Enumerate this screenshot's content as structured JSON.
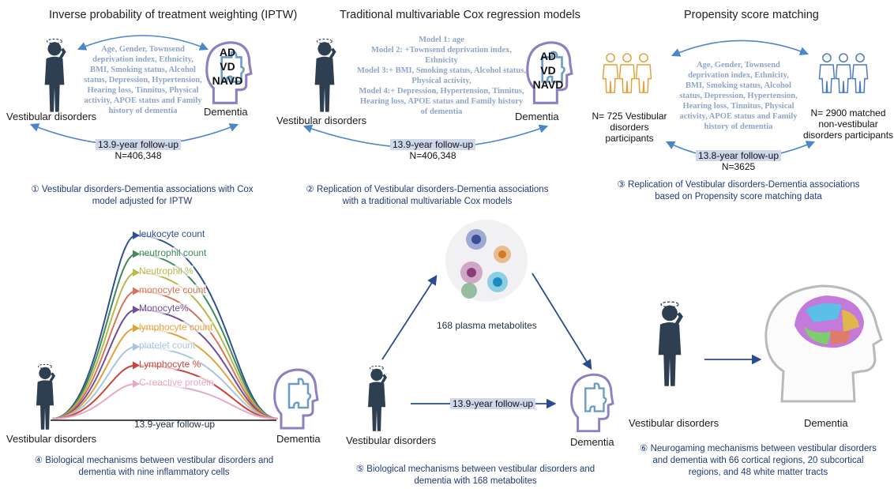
{
  "panel1": {
    "title": "Inverse probability of treatment weighting (IPTW)",
    "covariates": "Age, Gender, Townsend deprivation index, Ethnicity, BMI, Smoking status, Alcohol status, Depression, Hypertension, Hearing loss, Tinnitus, Physical activity, APOE status and Family history of dementia",
    "exposure": "Vestibular disorders",
    "outcome": "Dementia",
    "badges": [
      "AD",
      "VD",
      "NAVD"
    ],
    "followup": "13.9-year follow-up",
    "n": "N=406,348",
    "num": "①",
    "caption": "Vestibular disorders-Dementia associations with Cox model adjusted for IPTW"
  },
  "panel2": {
    "title": "Traditional multivariable Cox regression models",
    "models": [
      "Model 1: age",
      "Model 2: +Townsend deprivation index, Ethnicity",
      "Model 3:+ BMI, Smoking status, Alcohol status, Physical activity,",
      "Model 4:+ Depression, Hypertension, Tinnitus, Hearing loss, APOE status and Family history of dementia"
    ],
    "exposure": "Vestibular disorders",
    "outcome": "Dementia",
    "badges": [
      "AD",
      "VD",
      "NAVD"
    ],
    "followup": "13.9-year follow-up",
    "n": "N=406,348",
    "num": "②",
    "caption": "Replication of Vestibular disorders-Dementia associations with a traditional multivariable Cox models"
  },
  "panel3": {
    "title": "Propensity score matching",
    "covariates": "Age, Gender, Townsend deprivation index, Ethnicity, BMI, Smoking status, Alcohol status, Depression, Hypertension, Hearing loss, Tinnitus, Physical activity, APOE status and Family history of dementia",
    "left_group": "N= 725 Vestibular disorders participants",
    "right_group": "N= 2900 matched non-vestibular disorders participants",
    "followup": "13.8-year follow-up",
    "n": "N=3625",
    "num": "③",
    "caption": "Replication of Vestibular disorders-Dementia associations based on Propensity score matching data"
  },
  "panel4": {
    "cells": [
      {
        "label": "leukocyte count",
        "color": "#2f4f8f"
      },
      {
        "label": "neutrophil count",
        "color": "#3f8a5a"
      },
      {
        "label": "Neutrophil %",
        "color": "#b9b94a"
      },
      {
        "label": "monocyte count",
        "color": "#d6735a"
      },
      {
        "label": "Monocyte%",
        "color": "#6f4f9a"
      },
      {
        "label": "lymphocyte count",
        "color": "#e3a13a"
      },
      {
        "label": "platelet count",
        "color": "#a9c6e0"
      },
      {
        "label": "Lymphocyte %",
        "color": "#c9453e"
      },
      {
        "label": "C-reactive protein",
        "color": "#e6a9c6"
      }
    ],
    "exposure": "Vestibular disorders",
    "outcome": "Dementia",
    "followup": "13.9-year follow-up",
    "num": "④",
    "caption": "Biological mechanisms between vestibular disorders and dementia with nine inflammatory cells"
  },
  "panel5": {
    "mediator": "168 plasma metabolites",
    "exposure": "Vestibular disorders",
    "outcome": "Dementia",
    "followup": "13.9-year follow-up",
    "num": "⑤",
    "caption": "Biological mechanisms between vestibular disorders and dementia with 168 metabolites"
  },
  "panel6": {
    "exposure": "Vestibular disorders",
    "outcome": "Dementia",
    "num": "⑥",
    "caption": "Neurogaming mechanisms between vestibular disorders and dementia with 66 cortical regions, 20 subcortical regions, and 48 white matter tracts"
  },
  "colors": {
    "person": "#2e3f52",
    "arrow": "#4a86c8",
    "dark_arrow": "#2b4c8c",
    "gold": "#e3a13a",
    "blue_people": "#4a78c2",
    "badge_head": "#8f7fc0"
  }
}
